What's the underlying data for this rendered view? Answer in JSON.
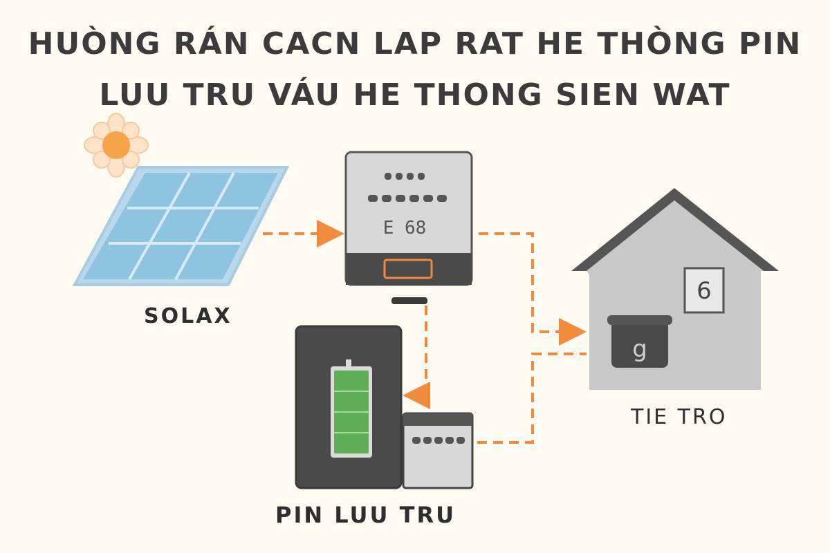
{
  "title": {
    "line1": "HUÒNG RÁN CACN LAP RAT HE THÒNG PIN",
    "line2": "LUU TRU VÁU HE THONG SIEN WAT"
  },
  "nodes": {
    "solar_label": "SOLAX",
    "battery_label": "PIN LUU TRU",
    "house_label": "TIE TRO"
  },
  "inverter": {
    "display_text": "E 68"
  },
  "house": {
    "meter_digit": "6",
    "tank_digit": "g"
  },
  "colors": {
    "accent": "#f08a3c",
    "sun": "#f5a44a",
    "panel": "#8fc4e0",
    "panel_frame": "#b9d8ea",
    "device_dark": "#4a4a4a",
    "device_light": "#d7d7d7",
    "house_wall": "#c8c8c8",
    "house_roof": "#555555",
    "battery_cells": "#5fae58"
  }
}
